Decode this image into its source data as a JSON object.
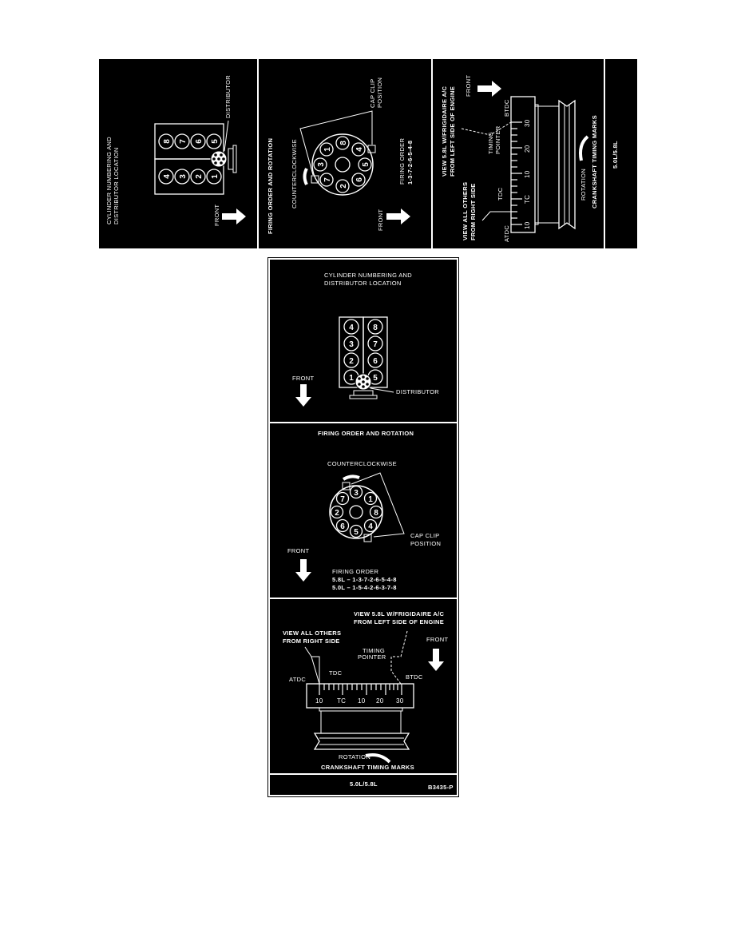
{
  "figure_id": "B3435-P",
  "engine_label": "5.0L/5.8L",
  "cylinder_section": {
    "title_line1": "CYLINDER NUMBERING AND",
    "title_line2": "DISTRIBUTOR LOCATION",
    "left_bank": [
      "4",
      "3",
      "2",
      "1"
    ],
    "right_bank": [
      "8",
      "7",
      "6",
      "5"
    ],
    "distributor_label": "DISTRIBUTOR",
    "front_label": "FRONT"
  },
  "firing_section": {
    "title": "FIRING ORDER AND ROTATION",
    "rotation_label": "COUNTERCLOCKWISE",
    "cap_clip_line1": "CAP CLIP",
    "cap_clip_line2": "POSITION",
    "front_label": "FRONT",
    "cap_terminals": [
      "3",
      "1",
      "8",
      "4",
      "5",
      "6",
      "2",
      "7"
    ],
    "firing_order_label": "FIRING ORDER",
    "firing_order_58": "5.8L – 1-3-7-2-6-5-4-8",
    "firing_order_50": "5.0L – 1-5-4-2-6-3-7-8",
    "top_variant_firing_order": "1-3-7-2-6-5-4-8"
  },
  "timing_section": {
    "view_58_line1": "VIEW 5.8L W/FRIGIDAIRE A/C",
    "view_58_line2": "FROM LEFT SIDE OF ENGINE",
    "view_others_line1": "VIEW ALL OTHERS",
    "view_others_line2": "FROM RIGHT SIDE",
    "front_label": "FRONT",
    "timing_pointer_line1": "TIMING",
    "timing_pointer_line2": "POINTER",
    "atdc": "ATDC",
    "tdc": "TDC",
    "btdc": "BTDC",
    "scale_labels": [
      "10",
      "TC",
      "10",
      "20",
      "30"
    ],
    "rotation_label": "ROTATION",
    "caption": "CRANKSHAFT TIMING MARKS"
  }
}
